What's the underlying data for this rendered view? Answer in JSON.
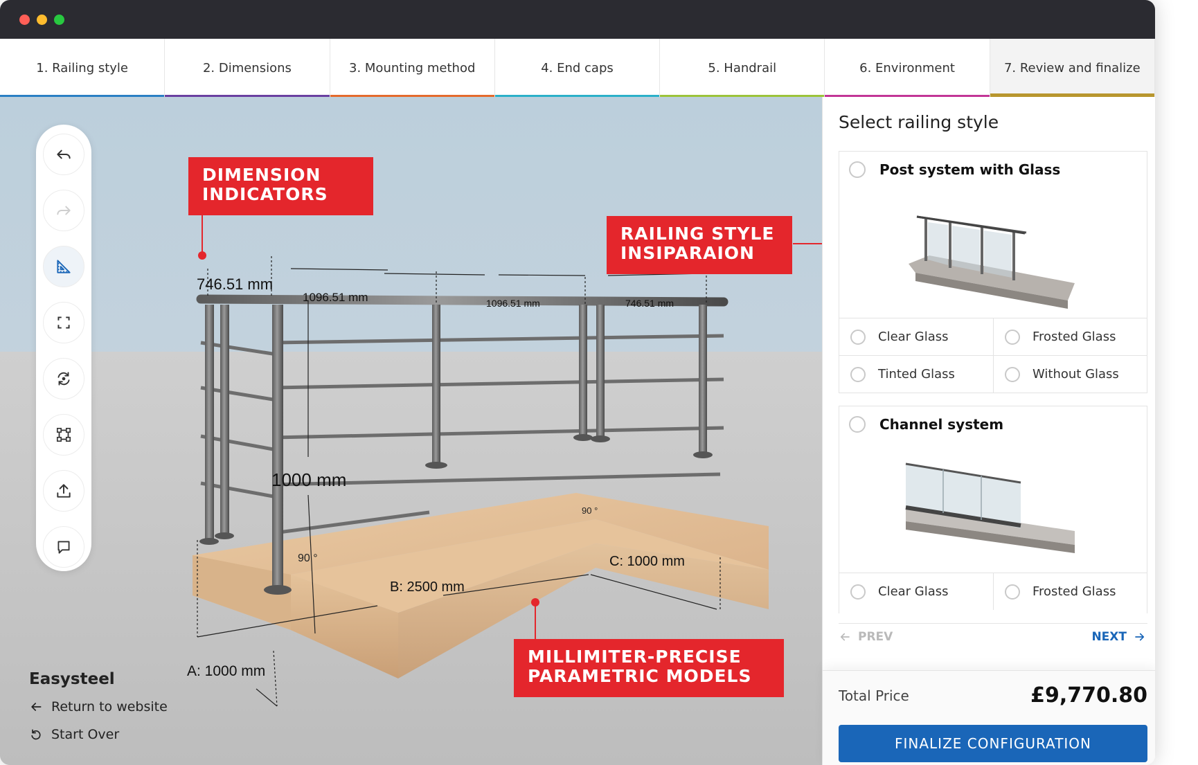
{
  "window": {
    "controls": [
      "close",
      "minimize",
      "maximize"
    ]
  },
  "tabs": [
    {
      "label": "1. Railing style",
      "color": "#2a7fc4"
    },
    {
      "label": "2. Dimensions",
      "color": "#6a3fa0"
    },
    {
      "label": "3. Mounting method",
      "color": "#e46a2c"
    },
    {
      "label": "4. End caps",
      "color": "#2bb0c9"
    },
    {
      "label": "5. Handrail",
      "color": "#9cc43a"
    },
    {
      "label": "6. Environment",
      "color": "#c23596"
    },
    {
      "label": "7. Review and finalize",
      "color": "#b8962e",
      "active": true
    }
  ],
  "toolbar": {
    "tools": [
      "undo-icon",
      "redo-icon",
      "measure-icon",
      "fullscreen-icon",
      "rotate-view-icon",
      "bounding-box-icon",
      "upload-icon",
      "comment-icon"
    ],
    "active_tool": "measure-icon"
  },
  "callouts": {
    "dimension": [
      "DIMENSION",
      "INDICATORS"
    ],
    "style": [
      "RAILING STYLE",
      "INSIPARAION"
    ],
    "models": [
      "MILLIMITER-PRECISE",
      "PARAMETRIC MODELS"
    ]
  },
  "dimensions": {
    "d1": "746.51 mm",
    "d2": "1096.51 mm",
    "d3": "1096.51 mm",
    "d4": "746.51 mm",
    "height": "1000 mm",
    "angle1": "90 °",
    "angle2": "90 °",
    "a": "A: 1000 mm",
    "b": "B: 2500 mm",
    "c": "C: 1000 mm"
  },
  "sidebar_left": {
    "brand": "Easysteel",
    "return_link": "Return to website",
    "start_over": "Start Over"
  },
  "panel": {
    "title": "Select railing style",
    "cards": [
      {
        "name": "Post system with Glass",
        "options": [
          "Clear Glass",
          "Frosted Glass",
          "Tinted Glass",
          "Without Glass"
        ]
      },
      {
        "name": "Channel system",
        "options": [
          "Clear Glass",
          "Frosted Glass"
        ]
      }
    ],
    "prev": "PREV",
    "next": "NEXT",
    "total_label": "Total Price",
    "total_value": "£9,770.80",
    "finalize": "FINALIZE CONFIGURATION"
  },
  "colors": {
    "accent": "#1a66b8",
    "callout": "#e4262c"
  }
}
